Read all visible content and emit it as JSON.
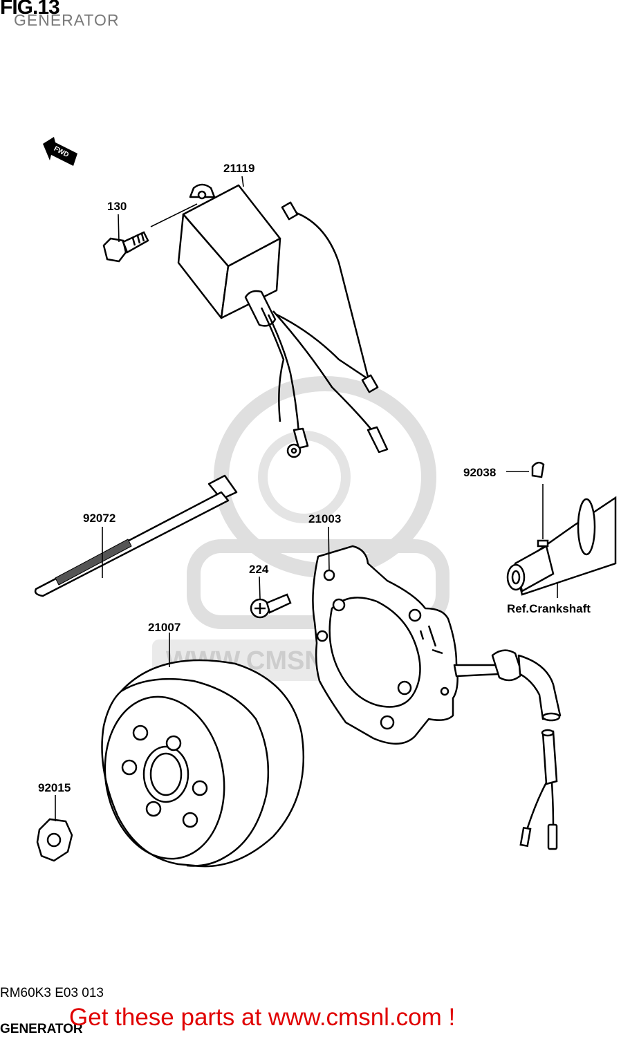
{
  "figure": {
    "number": "FIG.13",
    "title": "GENERATOR"
  },
  "direction_marker": "FWD",
  "part_labels": [
    {
      "id": "p21119",
      "number": "21119"
    },
    {
      "id": "p130",
      "number": "130"
    },
    {
      "id": "p92038",
      "number": "92038"
    },
    {
      "id": "p92072",
      "number": "92072"
    },
    {
      "id": "p21003",
      "number": "21003"
    },
    {
      "id": "p224",
      "number": "224"
    },
    {
      "id": "p21007",
      "number": "21007"
    },
    {
      "id": "p92015",
      "number": "92015"
    }
  ],
  "reference_label": "Ref.Crankshaft",
  "diagram_code": "RM60K3 E03 013",
  "footer_title": "GENERATOR",
  "call_to_action": "Get these parts at www.cmsnl.com !",
  "watermark": "WWW.CMSNL.COM",
  "colors": {
    "cta": "#e00000",
    "line": "#000000",
    "watermark": "#dcdcdc"
  }
}
